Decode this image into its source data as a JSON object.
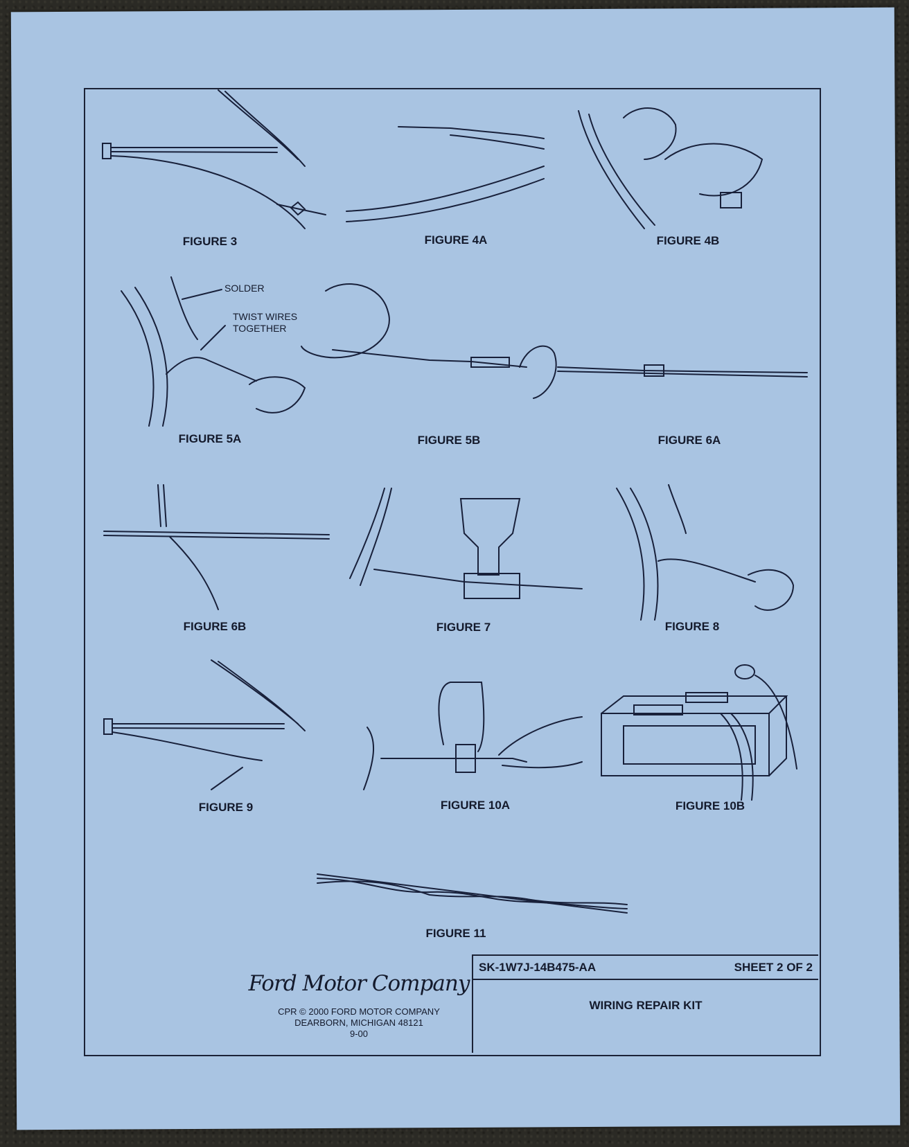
{
  "figures": {
    "fig3": "FIGURE 3",
    "fig4a": "FIGURE 4A",
    "fig4b": "FIGURE 4B",
    "fig5a": "FIGURE 5A",
    "fig5b": "FIGURE 5B",
    "fig6a": "FIGURE 6A",
    "fig6b": "FIGURE 6B",
    "fig7": "FIGURE 7",
    "fig8": "FIGURE 8",
    "fig9": "FIGURE 9",
    "fig10a": "FIGURE 10A",
    "fig10b": "FIGURE 10B",
    "fig11": "FIGURE 11"
  },
  "annotations": {
    "solder": "SOLDER",
    "twist_line1": "TWIST WIRES",
    "twist_line2": "TOGETHER"
  },
  "title_block": {
    "part_number": "SK-1W7J-14B475-AA",
    "sheet": "SHEET 2 OF 2",
    "title": "WIRING REPAIR KIT"
  },
  "footer": {
    "logo": "Ford Motor Company",
    "copyright": "CPR  © 2000 FORD MOTOR COMPANY",
    "address": "DEARBORN, MICHIGAN 48121",
    "date": "9-00"
  }
}
